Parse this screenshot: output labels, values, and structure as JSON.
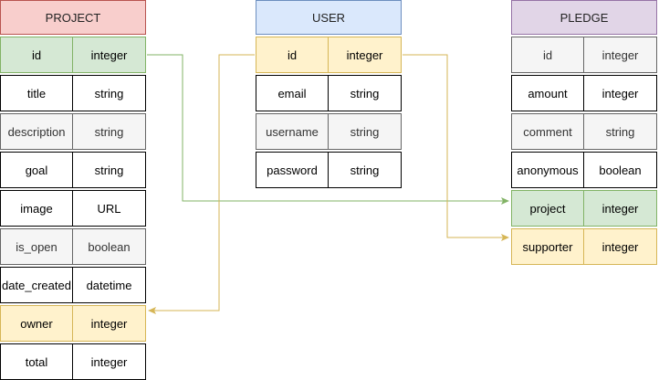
{
  "entities": {
    "project": {
      "title": "PROJECT",
      "rows": [
        {
          "name": "id",
          "type": "integer"
        },
        {
          "name": "title",
          "type": "string"
        },
        {
          "name": "description",
          "type": "string"
        },
        {
          "name": "goal",
          "type": "string"
        },
        {
          "name": "image",
          "type": "URL"
        },
        {
          "name": "is_open",
          "type": "boolean"
        },
        {
          "name": "date_created",
          "type": "datetime"
        },
        {
          "name": "owner",
          "type": "integer"
        },
        {
          "name": "total",
          "type": "integer"
        }
      ]
    },
    "user": {
      "title": "USER",
      "rows": [
        {
          "name": "id",
          "type": "integer"
        },
        {
          "name": "email",
          "type": "string"
        },
        {
          "name": "username",
          "type": "string"
        },
        {
          "name": "password",
          "type": "string"
        }
      ]
    },
    "pledge": {
      "title": "PLEDGE",
      "rows": [
        {
          "name": "id",
          "type": "integer"
        },
        {
          "name": "amount",
          "type": "integer"
        },
        {
          "name": "comment",
          "type": "string"
        },
        {
          "name": "anonymous",
          "type": "boolean"
        },
        {
          "name": "project",
          "type": "integer"
        },
        {
          "name": "supporter",
          "type": "integer"
        }
      ]
    }
  },
  "colors": {
    "project_header_fill": "#f8cecc",
    "project_header_stroke": "#b85450",
    "user_header_fill": "#dae8fc",
    "user_header_stroke": "#6c8ebf",
    "pledge_header_fill": "#e1d5e7",
    "pledge_header_stroke": "#9673a6",
    "green_link": "#82b366",
    "yellow_link": "#d6b656"
  }
}
